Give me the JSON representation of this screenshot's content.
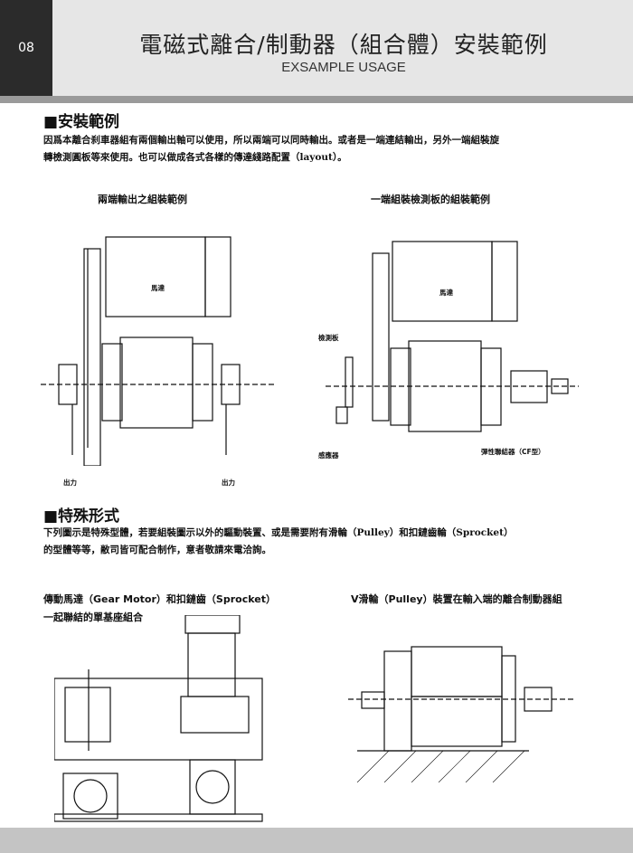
{
  "header": {
    "page_number": "08",
    "title": "電磁式離合/制動器（組合體）安裝範例",
    "subtitle": "EXSAMPLE USAGE"
  },
  "section1": {
    "heading": "■安裝範例",
    "paragraph": [
      "因爲本離合刹車器組有兩個輸出軸可以使用，所以兩端可以同時輸出。或者是一端連結輸出，另外一端組裝旋",
      "轉檢測圓板等來使用。也可以做成各式各樣的傳達綫路配置（layout）。"
    ],
    "diagram_left": {
      "caption": "兩端輸出之組裝範例",
      "motor": "馬達",
      "output_left": "出力",
      "output_right": "出力"
    },
    "diagram_right": {
      "caption": "一端組裝檢測板的組裝範例",
      "motor": "馬達",
      "detect_plate": "檢測板",
      "sensor": "感應器",
      "coupling": "彈性聯結器（CF型）"
    }
  },
  "section2": {
    "heading": "■特殊形式",
    "paragraph": [
      "下列圖示是特殊型體，若要組裝圖示以外的驅動裝置、或是需要附有滑輪（Pulley）和扣鏈齒輪（Sprocket）",
      "的型體等等，敝司皆可配合制作，意者敬請來電洽詢。"
    ],
    "caption_left": [
      "傳動馬達（Gear Motor）和扣鏈齒（Sprocket）",
      "一起聯結的單基座組合"
    ],
    "caption_right": "V滑輪（Pulley）裝置在輸入端的離合制動器組"
  }
}
